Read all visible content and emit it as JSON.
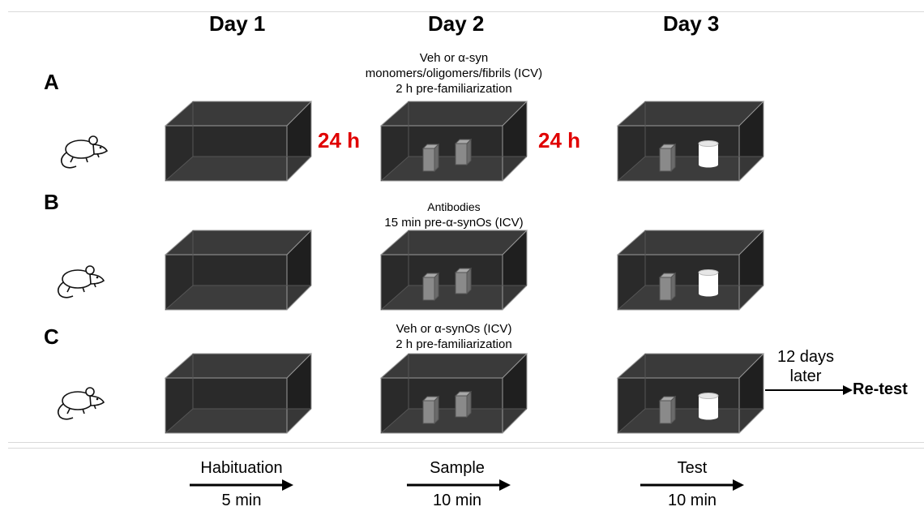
{
  "days": [
    "Day 1",
    "Day 2",
    "Day 3"
  ],
  "rows": [
    {
      "label": "A",
      "treatment": [
        "Veh or α-syn",
        "monomers/oligomers/fibrils (ICV)",
        "2 h pre-familiarization"
      ]
    },
    {
      "label": "B",
      "treatment": [
        "Antibodies",
        "15 min pre-α-synOs (ICV)"
      ]
    },
    {
      "label": "C",
      "treatment": [
        "Veh or α-synOs (ICV)",
        "2 h pre-familiarization"
      ]
    }
  ],
  "interval": "24 h",
  "retest": {
    "delay_line1": "12 days",
    "delay_line2": "later",
    "label": "Re-test"
  },
  "phases": [
    {
      "name": "Habituation",
      "duration": "5 min"
    },
    {
      "name": "Sample",
      "duration": "10 min"
    },
    {
      "name": "Test",
      "duration": "10 min"
    }
  ],
  "colors": {
    "box": "#262626",
    "box_edge": "#9a9a9a",
    "interval": "#e00000",
    "object": "#8a8a8a"
  },
  "icons": [
    "mouse-icon",
    "arena-box",
    "cube-object",
    "cylinder-object",
    "arrow"
  ]
}
